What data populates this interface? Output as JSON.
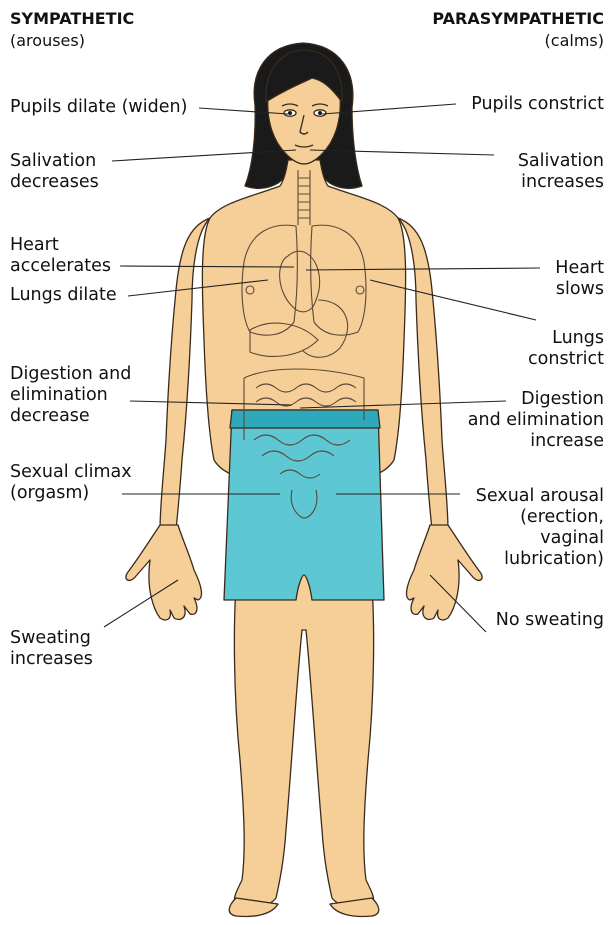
{
  "headers": {
    "left_title": "SYMPATHETIC",
    "left_subtitle": "(arouses)",
    "right_title": "PARASYMPATHETIC",
    "right_subtitle": "(calms)"
  },
  "sympathetic_labels": [
    "Pupils dilate (widen)",
    "Salivation\ndecreases",
    "Heart\naccelerates",
    "Lungs dilate",
    "Digestion and\nelimination\ndecrease",
    "Sexual climax\n(orgasm)",
    "Sweating\nincreases"
  ],
  "parasympathetic_labels": [
    "Pupils constrict",
    "Salivation\nincreases",
    "Heart\nslows",
    "Lungs\nconstrict",
    "Digestion\nand elimination\nincrease",
    "Sexual arousal\n(erection,\nvaginal\nlubrication)",
    "No sweating"
  ],
  "colors": {
    "skin": "#f6cf98",
    "skin_outline": "#3a2a1c",
    "hair": "#1a1a1a",
    "shorts": "#5ec7d4",
    "shorts_band": "#2ea9bb",
    "organ_line": "#5a4838",
    "leader_line": "#222222"
  }
}
